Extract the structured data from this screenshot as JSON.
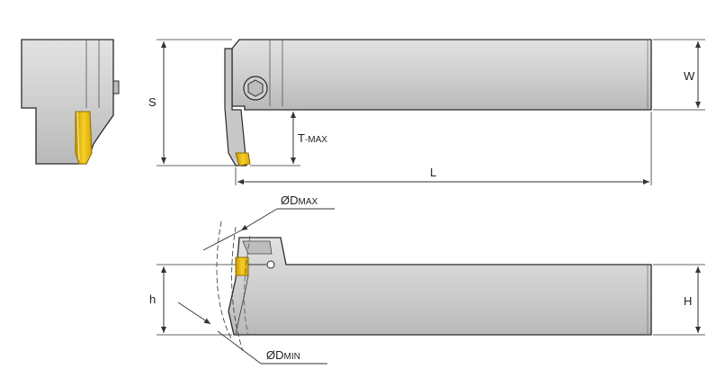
{
  "labels": {
    "S": "S",
    "W": "W",
    "T": "T",
    "T_suffix": "-MAX",
    "L": "L",
    "D_symbol": "Ø",
    "D": "D",
    "dmax_suffix": "MAX",
    "dmin_suffix": "MIN",
    "h": "h",
    "H": "H"
  },
  "colors": {
    "body": "#d4d4d4",
    "body_dark": "#a9a9a9",
    "outline": "#2a2a2a",
    "insert": "#f0c21a",
    "insert_edge": "#b38b00",
    "dim_line": "#333333"
  }
}
